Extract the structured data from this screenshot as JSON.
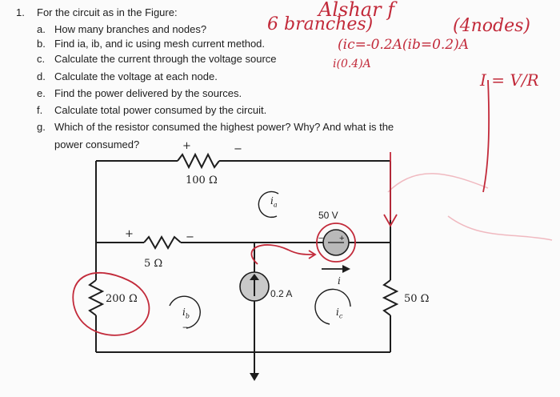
{
  "question": {
    "number": "1.",
    "intro": "For the circuit as in the Figure:",
    "items": [
      {
        "marker": "a.",
        "text": "How many branches and nodes?"
      },
      {
        "marker": "b.",
        "text": "Find ia, ib, and ic using mesh current method."
      },
      {
        "marker": "c.",
        "text": "Calculate the current through the voltage source"
      },
      {
        "marker": "d.",
        "text": "Calculate the voltage at each node."
      },
      {
        "marker": "e.",
        "text": "Find the power delivered by the sources."
      },
      {
        "marker": "f.",
        "text": "Calculate total power consumed by the circuit."
      },
      {
        "marker": "g.",
        "text": "Which of the resistor consumed the highest power? Why? And what is the"
      },
      {
        "marker": "",
        "text": "power consumed?"
      }
    ]
  },
  "handwriting": {
    "name": "Alshar f",
    "branches": "6 branches)",
    "nodes": "(4nodes)",
    "ic": "(ic=-0.2A(ib=0.2)A",
    "current_vs": "i(0.4)A",
    "ohm": "I = V/R"
  },
  "circuit": {
    "r_top": "100 Ω",
    "r_left": "5 Ω",
    "r_left_vertical": "200 Ω",
    "r_right": "50 Ω",
    "vsource": "50 V",
    "isource": "0.2 A",
    "mesh_a": "i",
    "mesh_a_sub": "a",
    "mesh_b": "i",
    "mesh_b_sub": "b",
    "mesh_c": "i",
    "mesh_c_sub": "c",
    "mid_current": "i",
    "plus": "+",
    "minus": "−"
  },
  "colors": {
    "ink": "#1d1d1d",
    "pen": "#c22a3a",
    "pen_light": "#e07b86"
  }
}
